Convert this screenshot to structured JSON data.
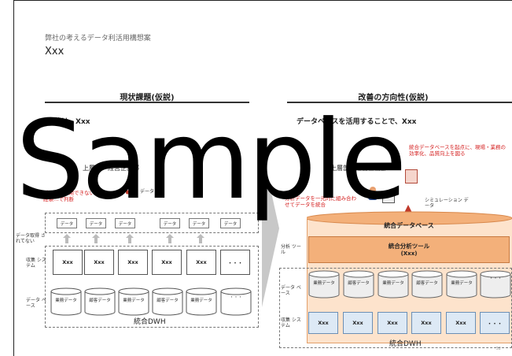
{
  "header": {
    "subtitle": "弊社の考えるデータ利活用構想案",
    "title": "Xxx"
  },
  "left": {
    "heading": "現状課題(仮説)",
    "lead": "現状は、Xxx",
    "actor": "上層部・経営企画部",
    "issue_note": "データを活用できない ため、経験…で判断",
    "data_tag": "データ",
    "data_tags": [
      "データ",
      "データ",
      "データ",
      "データ",
      "データ",
      "データ"
    ],
    "not_collected": "データ取得 されてない",
    "collect_label": "収集 システム",
    "db_label": "データ ベース",
    "systems": [
      "Xxx",
      "Xxx",
      "Xxx",
      "Xxx",
      "Xxx",
      "・・・"
    ],
    "dbs": [
      "業務データ",
      "顧客データ",
      "業務データ",
      "顧客データ",
      "業務データ",
      "・・・"
    ],
    "dwh": "統合DWH"
  },
  "right": {
    "heading": "改善の方向性(仮説)",
    "lead": "データベースを活用することで、Xxx",
    "actor": "上層部・経営企画部",
    "note_top": "統合データベースを起点に、現場・業務の効率化、品質向上を図る",
    "note_left": "分析データを一元的に組み合わせてデータを統合",
    "sim_label": "シミュレーション データ",
    "integrated_db": "統合データベース",
    "analysis_label": "分析 ツール",
    "tool_title": "統合分析ツール",
    "tool_sub": "(Xxx)",
    "db_label": "データ ベース",
    "collect_label": "収集 システム",
    "dbs": [
      "業務データ",
      "顧客データ",
      "業務データ",
      "顧客データ",
      "業務データ",
      "・・・"
    ],
    "systems": [
      "Xxx",
      "Xxx",
      "Xxx",
      "Xxx",
      "Xxx",
      "・・・"
    ],
    "dwh": "統合DWH"
  },
  "watermark": "Sample",
  "page_number": "32",
  "colors": {
    "orange": "#f3b07a",
    "orange_light": "#fde3cc",
    "red": "#d42020",
    "blue_box": "#dde9f5"
  }
}
